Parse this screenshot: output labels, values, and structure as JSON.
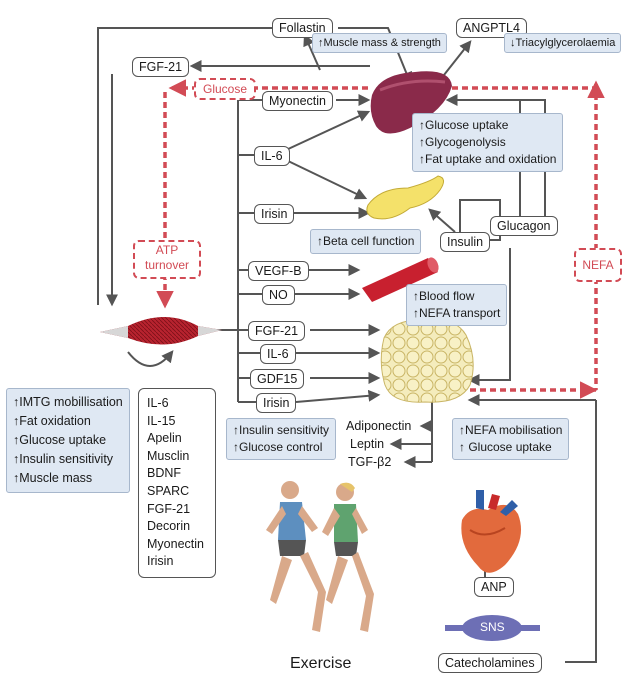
{
  "labels": {
    "follastin": "Follastin",
    "angptl4": "ANGPTL4",
    "fgf21_top": "FGF-21",
    "myonectin": "Myonectin",
    "il6_liver": "IL-6",
    "irisin_pancreas": "Irisin",
    "vegfb": "VEGF-B",
    "no": "NO",
    "fgf21_fat": "FGF-21",
    "il6_fat": "IL-6",
    "gdf15": "GDF15",
    "irisin_fat": "Irisin",
    "insulin": "Insulin",
    "glucagon": "Glucagon",
    "anp": "ANP",
    "catecholamines": "Catecholamines",
    "sns": "SNS"
  },
  "red_labels": {
    "glucose": "Glucose",
    "atp_turnover_1": "ATP",
    "atp_turnover_2": "turnover",
    "nefa": "NEFA"
  },
  "effects": {
    "muscle_mass_strength": "↑Muscle mass & strength",
    "triacylglycerolaemia": "↓Triacylglycerolaemia",
    "liver": [
      "↑Glucose uptake",
      "↑Glycogenolysis",
      "↑Fat uptake and oxidation"
    ],
    "beta_cell": "↑Beta cell function",
    "blood_flow": [
      "↑Blood flow",
      "↑NEFA transport"
    ],
    "muscle": [
      "↑IMTG mobillisation",
      "↑Fat oxidation",
      "↑Glucose uptake",
      "↑Insulin sensitivity",
      "↑Muscle mass"
    ],
    "insulin_glucose": [
      "↑Insulin sensitivity",
      "↑Glucose control"
    ],
    "nefa_glucose": [
      "↑NEFA mobilisation",
      "↑ Glucose uptake"
    ]
  },
  "adipokines": [
    "Adiponectin",
    "Leptin",
    "TGF-β2"
  ],
  "myokines": [
    "IL-6",
    "IL-15",
    "Apelin",
    "Musclin",
    "BDNF",
    "SPARC",
    "FGF-21",
    "Decorin",
    "Myonectin",
    "Irisin"
  ],
  "exercise_label": "Exercise",
  "colors": {
    "line": "#555555",
    "red": "#d24b55",
    "effect_bg": "#dfe8f3",
    "liver": "#8a2a4a",
    "pancreas": "#f4e16a",
    "vessel": "#c8202f",
    "fat": "#f1e7a5",
    "muscle": "#b8232f",
    "sns": "#6d6fb5"
  },
  "icons": [
    "liver-icon",
    "pancreas-icon",
    "blood-vessel-icon",
    "adipose-tissue-icon",
    "skeletal-muscle-icon",
    "heart-icon",
    "sns-nerve-icon",
    "runners-icon"
  ]
}
